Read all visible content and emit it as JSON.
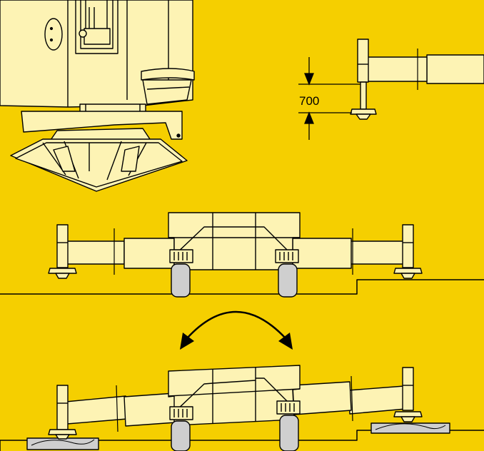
{
  "diagram": {
    "background_color": "#f5cf00",
    "part_fill_color": "#fdf3b4",
    "track_fill_color": "#cfcfcf",
    "outline_color": "#000000",
    "dimension": {
      "value_label": "700"
    },
    "panels": [
      "machine-base-detail",
      "outrigger-height-detail",
      "outriggers-level-ground",
      "outriggers-uneven-ground-oscillation"
    ],
    "icons": [
      "up-arrow-icon",
      "down-arrow-icon",
      "double-headed-curved-arrow-icon"
    ]
  }
}
